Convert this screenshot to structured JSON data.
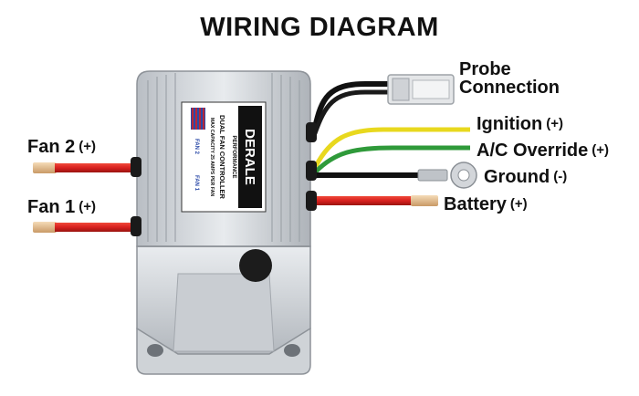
{
  "diagram": {
    "title": "WIRING DIAGRAM",
    "labels": {
      "probe_line1": "Probe",
      "probe_line2": "Connection",
      "ignition": "Ignition",
      "ignition_polarity": "(+)",
      "ac_override": "A/C Override",
      "ac_override_polarity": "(+)",
      "ground": "Ground",
      "ground_polarity": "(-)",
      "battery": "Battery",
      "battery_polarity": "(+)",
      "fan2": "Fan 2",
      "fan2_polarity": "(+)",
      "fan1": "Fan 1",
      "fan1_polarity": "(+)"
    },
    "label_plate": {
      "brand": "DERALE",
      "brand_sub": "PERFORMANCE",
      "product": "DUAL FAN CONTROLLER",
      "capacity": "MAX CAPACITY 25 AMPS PER FAN",
      "fan2_tag": "FAN 2",
      "fan1_tag": "FAN 1"
    },
    "wire_colors": {
      "probe": "#111111",
      "ignition": "#e8d81e",
      "ac_override": "#2f9a3a",
      "ground": "#111111",
      "battery": "#d8201e",
      "fan2": "#d8201e",
      "fan1": "#d8201e"
    }
  }
}
